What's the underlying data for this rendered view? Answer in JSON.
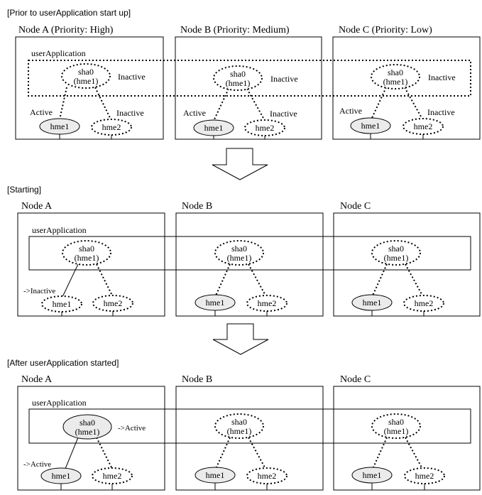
{
  "colors": {
    "active_fill": "#ebebeb",
    "inactive_fill": "#ffffff",
    "line": "#000000"
  },
  "icons": {
    "arrow": "down-arrow-icon"
  },
  "stages": [
    {
      "title": "[Prior to userApplication start up]",
      "group_label": "userApplication",
      "nodes": [
        {
          "title": "Node A (Priority: High)",
          "sha_top": "sha0",
          "sha_bottom": "(hme1)",
          "sha_state": "Inactive",
          "hme1_label": "hme1",
          "hme1_state": "Active",
          "hme2_label": "hme2",
          "hme2_state": "Inactive"
        },
        {
          "title": "Node B (Priority: Medium)",
          "sha_top": "sha0",
          "sha_bottom": "(hme1)",
          "sha_state": "Inactive",
          "hme1_label": "hme1",
          "hme1_state": "Active",
          "hme2_label": "hme2",
          "hme2_state": "Inactive"
        },
        {
          "title": "Node C (Priority: Low)",
          "sha_top": "sha0",
          "sha_bottom": "(hme1)",
          "sha_state": "Inactive",
          "hme1_label": "hme1",
          "hme1_state": "Active",
          "hme2_label": "hme2",
          "hme2_state": "Inactive"
        }
      ]
    },
    {
      "title": "[Starting]",
      "group_label": "userApplication",
      "nodes": [
        {
          "title": "Node A",
          "sha_top": "sha0",
          "sha_bottom": "(hme1)",
          "hme1_label": "hme1",
          "hme1_state": "->Inactive",
          "hme2_label": "hme2"
        },
        {
          "title": "Node B",
          "sha_top": "sha0",
          "sha_bottom": "(hme1)",
          "hme1_label": "hme1",
          "hme2_label": "hme2"
        },
        {
          "title": "Node C",
          "sha_top": "sha0",
          "sha_bottom": "(hme1)",
          "hme1_label": "hme1",
          "hme2_label": "hme2"
        }
      ]
    },
    {
      "title": "[After userApplication started]",
      "group_label": "userApplication",
      "nodes": [
        {
          "title": "Node A",
          "sha_top": "sha0",
          "sha_bottom": "(hme1)",
          "sha_state": "->Active",
          "hme1_label": "hme1",
          "hme1_state": "->Active",
          "hme2_label": "hme2"
        },
        {
          "title": "Node B",
          "sha_top": "sha0",
          "sha_bottom": "(hme1)",
          "hme1_label": "hme1",
          "hme2_label": "hme2"
        },
        {
          "title": "Node C",
          "sha_top": "sha0",
          "sha_bottom": "(hme1)",
          "hme1_label": "hme1",
          "hme2_label": "hme2"
        }
      ]
    }
  ]
}
